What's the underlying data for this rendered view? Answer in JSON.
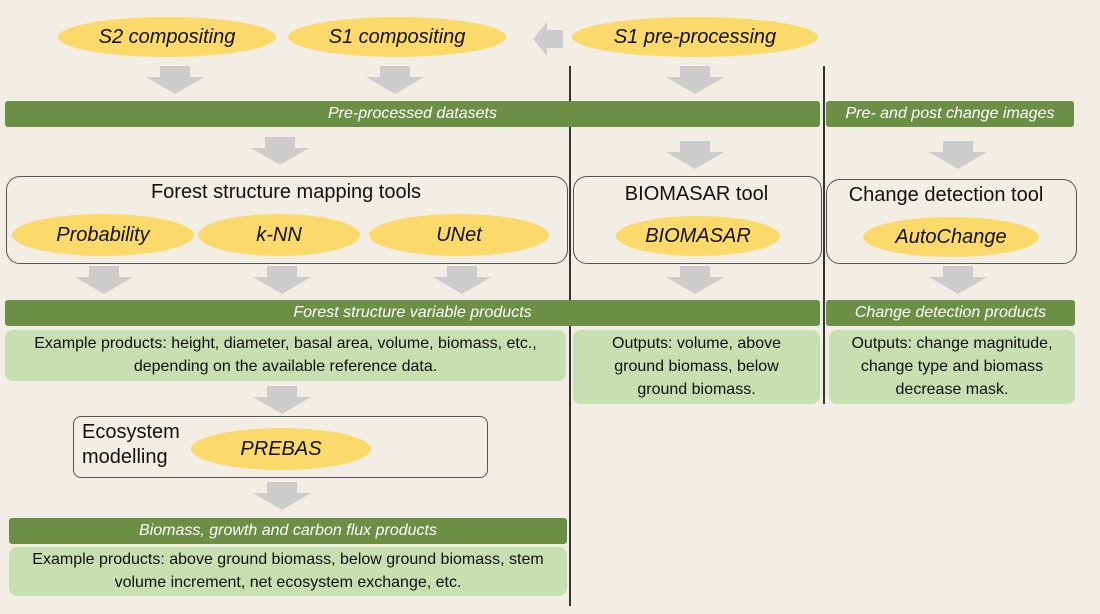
{
  "top": {
    "s2_compositing": "S2 compositing",
    "s1_compositing": "S1 compositing",
    "s1_preprocessing": "S1 pre-processing"
  },
  "bars": {
    "preprocessed": "Pre-processed datasets",
    "pre_post_change": "Pre- and post change images",
    "forest_structure_products": "Forest structure variable products",
    "change_detection_products": "Change detection products",
    "biomass_growth_products": "Biomass, growth and carbon flux products"
  },
  "forest_tools": {
    "title": "Forest structure mapping tools",
    "methods": [
      "Probability",
      "k-NN",
      "UNet"
    ]
  },
  "biomasar_tool": {
    "title": "BIOMASAR tool",
    "method": "BIOMASAR"
  },
  "change_tool": {
    "title": "Change detection tool",
    "method": "AutoChange"
  },
  "outputs": {
    "forest_example": [
      "Example products: height, diameter, basal area, volume, biomass, etc.,",
      "depending on the available reference data."
    ],
    "biomasar": [
      "Outputs: volume, above",
      "ground biomass, below",
      "ground biomass."
    ],
    "change": [
      "Outputs: change magnitude,",
      "change type and biomass",
      "decrease mask."
    ],
    "biomass_example": [
      "Example products: above ground biomass, below ground biomass, stem",
      "volume increment, net ecosystem exchange, etc."
    ]
  },
  "ecosystem": {
    "title_line1": "Ecosystem",
    "title_line2": "modelling",
    "method": "PREBAS"
  },
  "colors": {
    "ellipse": "#fcd96b",
    "bar": "#6a8f45",
    "output": "#c8dfb1",
    "arrow": "#cccccc",
    "background": "#f2eee6"
  }
}
